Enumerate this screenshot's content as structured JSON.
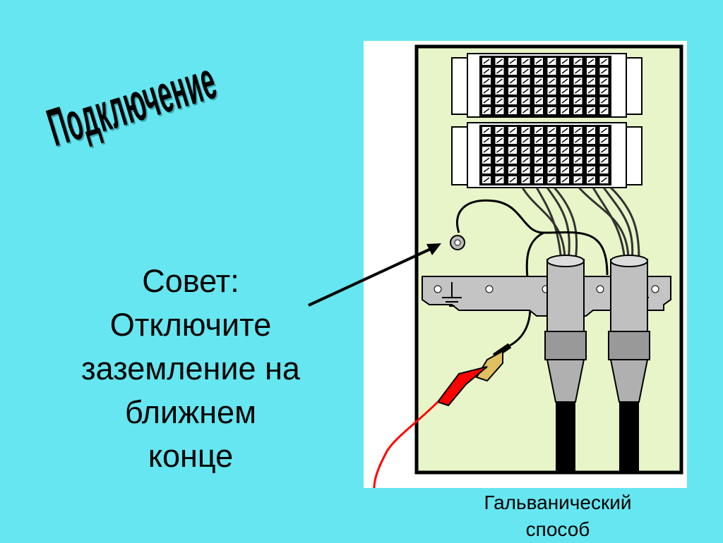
{
  "slide": {
    "title": "Подключение",
    "tip_lines": [
      "Совет:",
      "Отключите",
      "заземление на",
      "ближнем",
      "конце"
    ],
    "caption_lines": [
      "Гальванический",
      "способ"
    ]
  },
  "colors": {
    "background": "#66e6f0",
    "panel": "#e8f5c8",
    "frame": "#000000",
    "probe": "#ff0000",
    "bracket": "#c4c4c4"
  }
}
